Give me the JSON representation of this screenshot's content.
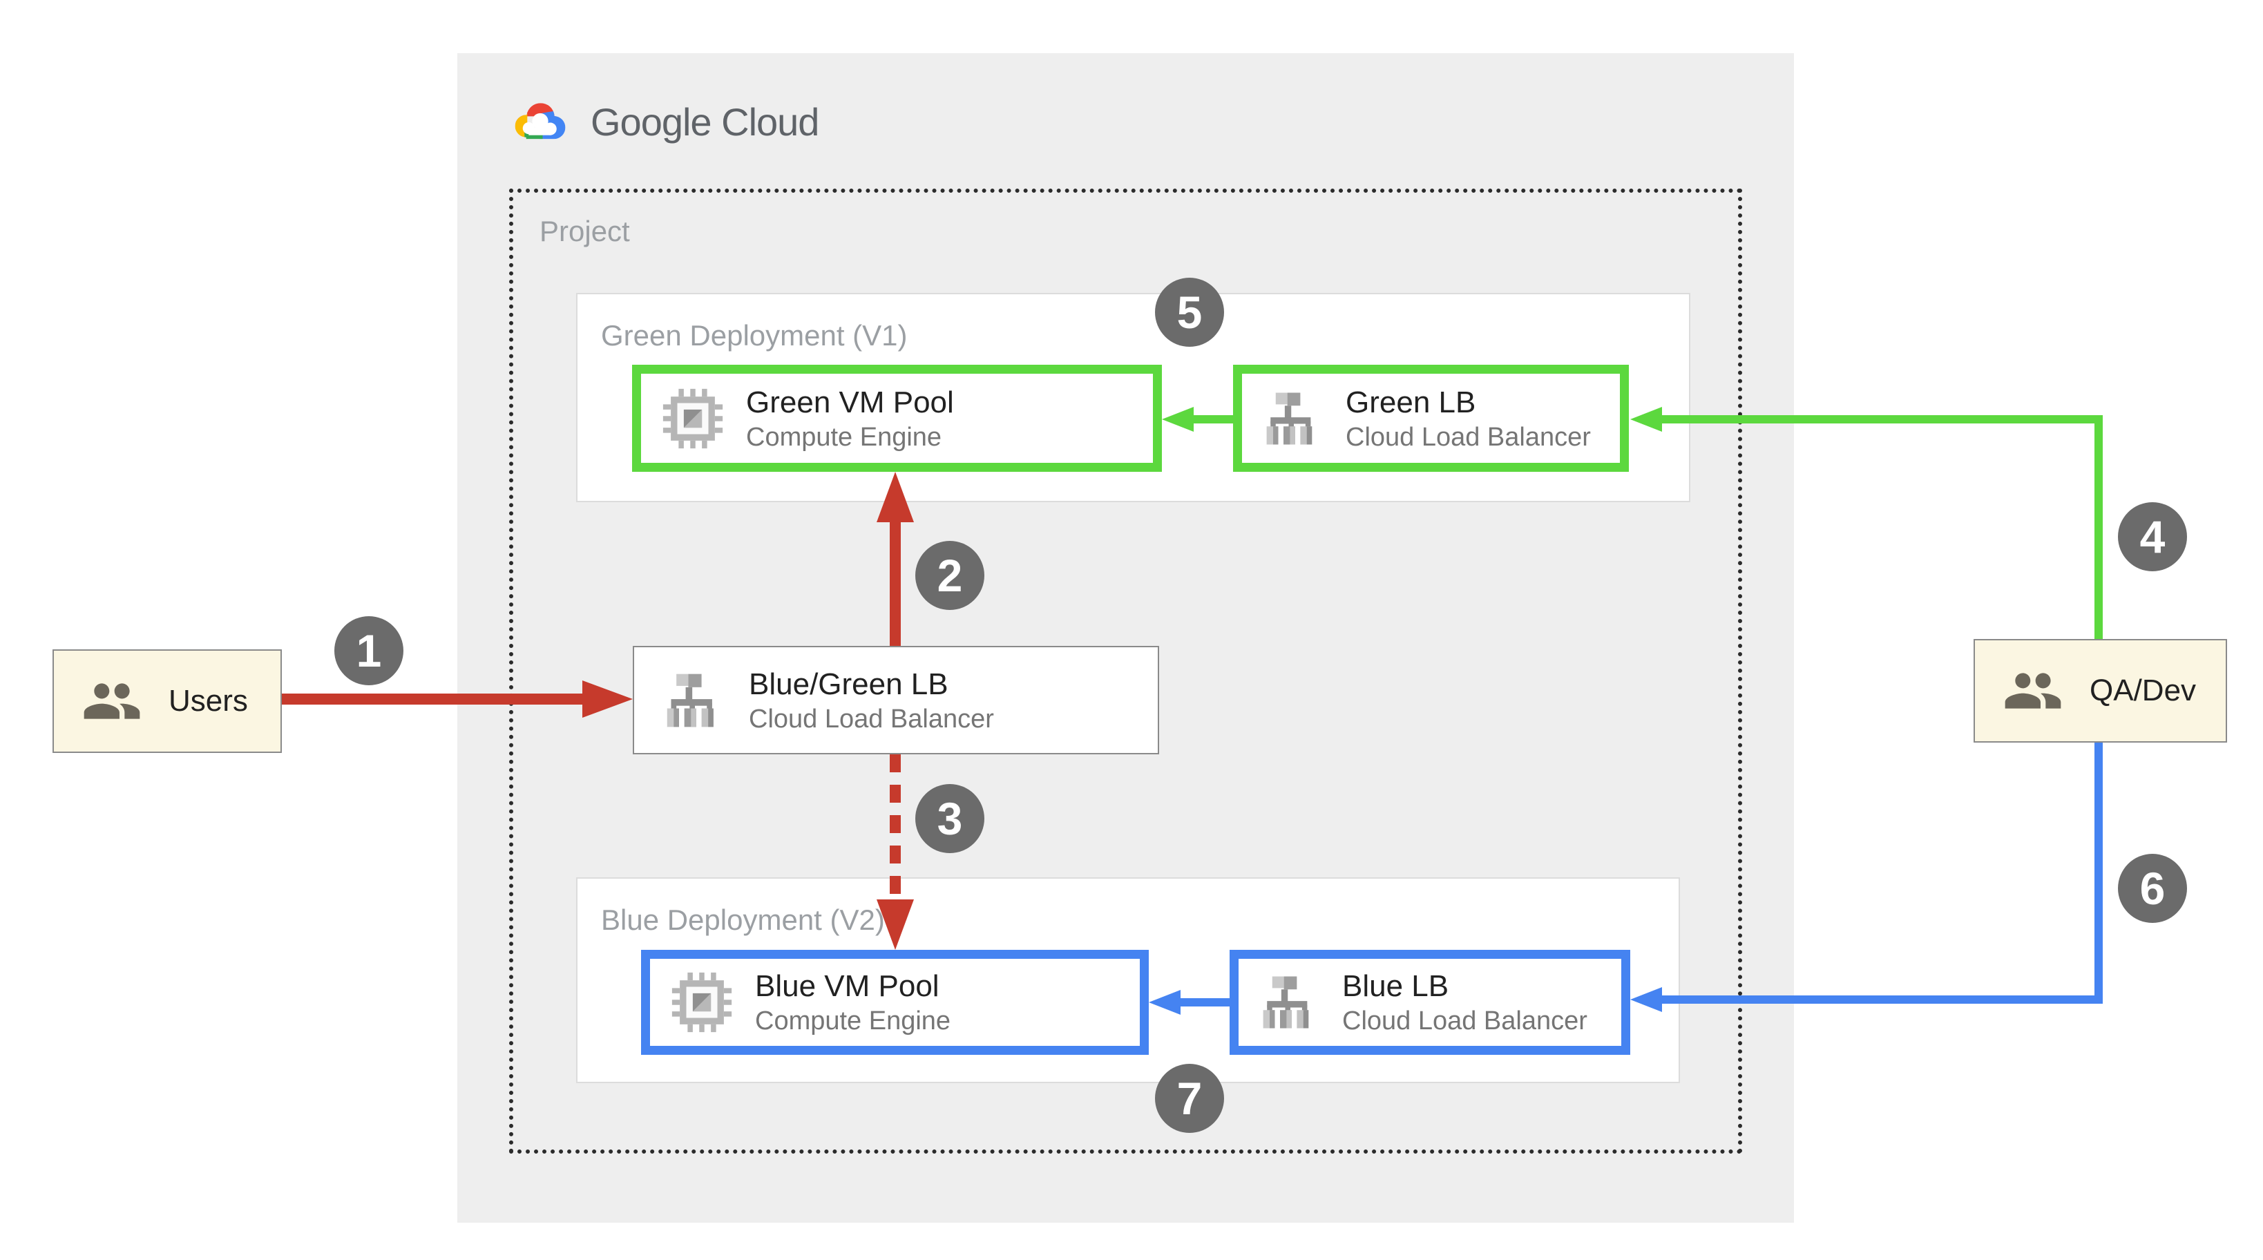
{
  "brand": {
    "wordmark": "Google Cloud"
  },
  "project": {
    "label": "Project"
  },
  "deployments": {
    "green": {
      "label": "Green Deployment (V1)",
      "vm": {
        "title": "Green VM Pool",
        "subtitle": "Compute Engine"
      },
      "lb": {
        "title": "Green LB",
        "subtitle": "Cloud Load Balancer"
      }
    },
    "blue": {
      "label": "Blue Deployment (V2)",
      "vm": {
        "title": "Blue VM Pool",
        "subtitle": "Compute Engine"
      },
      "lb": {
        "title": "Blue LB",
        "subtitle": "Cloud Load Balancer"
      }
    }
  },
  "router": {
    "title": "Blue/Green LB",
    "subtitle": "Cloud Load Balancer"
  },
  "actors": {
    "users": {
      "label": "Users"
    },
    "qa": {
      "label": "QA/Dev"
    }
  },
  "steps": [
    "1",
    "2",
    "3",
    "4",
    "5",
    "6",
    "7"
  ],
  "icons": {
    "brand": "google-cloud-logo",
    "compute": "compute-engine-chip",
    "load_balancer": "cloud-load-balancer",
    "people": "people"
  },
  "colors": {
    "red": "#C63A2C",
    "green": "#5CD83E",
    "blue": "#4583F1",
    "circle": "#6B6B6B",
    "panel": "#EEEEEE",
    "cream": "#FBF6E2",
    "title": "#212121",
    "subtitle": "#757575",
    "muted": "#9B9FA3",
    "border": "#8A8A8A",
    "deploy_border": "#DCDCDC",
    "dot": "#2B2B2B",
    "brand": "#5F6368"
  }
}
